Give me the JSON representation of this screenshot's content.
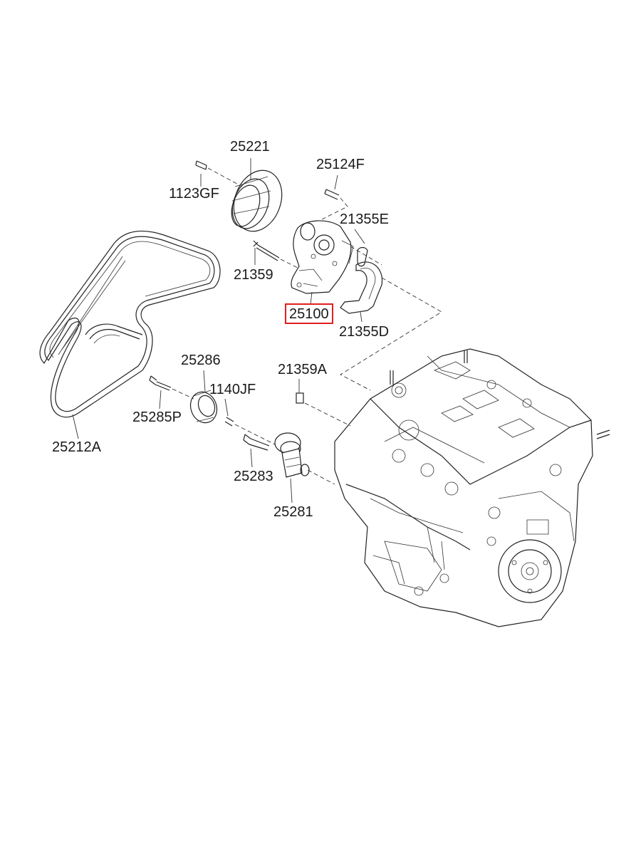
{
  "diagram": {
    "labels": {
      "p25221": "25221",
      "p1123GF": "1123GF",
      "p25124F": "25124F",
      "p21355E": "21355E",
      "p21359": "21359",
      "p25100": "25100",
      "p21355D": "21355D",
      "p21359A": "21359A",
      "p25286": "25286",
      "p1140JF": "1140JF",
      "p25285P": "25285P",
      "p25212A": "25212A",
      "p25283": "25283",
      "p25281": "25281"
    },
    "highlighted_part": "25100",
    "highlight_color": "#e02020"
  }
}
